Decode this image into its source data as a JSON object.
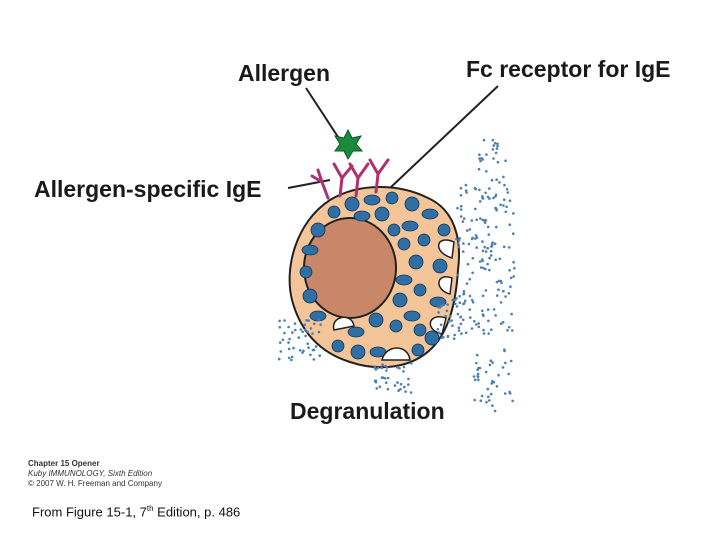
{
  "labels": {
    "allergen": "Allergen",
    "fc_receptor": "Fc receptor for IgE",
    "allergen_specific_ige": "Allergen-specific IgE",
    "degranulation": "Degranulation"
  },
  "credit": {
    "line1": "Chapter 15 Opener",
    "line2": "Kuby IMMUNOLOGY, Sixth Edition",
    "line3": "© 2007 W. H. Freeman and Company"
  },
  "source": {
    "prefix": "From Figure 15-1, 7",
    "superscript": "th",
    "suffix": " Edition, p. 486"
  },
  "colors": {
    "cytoplasm": "#f5c59a",
    "nucleus": "#c9876a",
    "granule": "#2f6fa3",
    "allergen": "#1b8a3a",
    "antibody": "#b0306e",
    "mediator_dots": "#4a7fb0",
    "outline": "#222222"
  },
  "icons": [
    "allergen-star",
    "ige-antibody",
    "granule",
    "mediator-dot"
  ]
}
